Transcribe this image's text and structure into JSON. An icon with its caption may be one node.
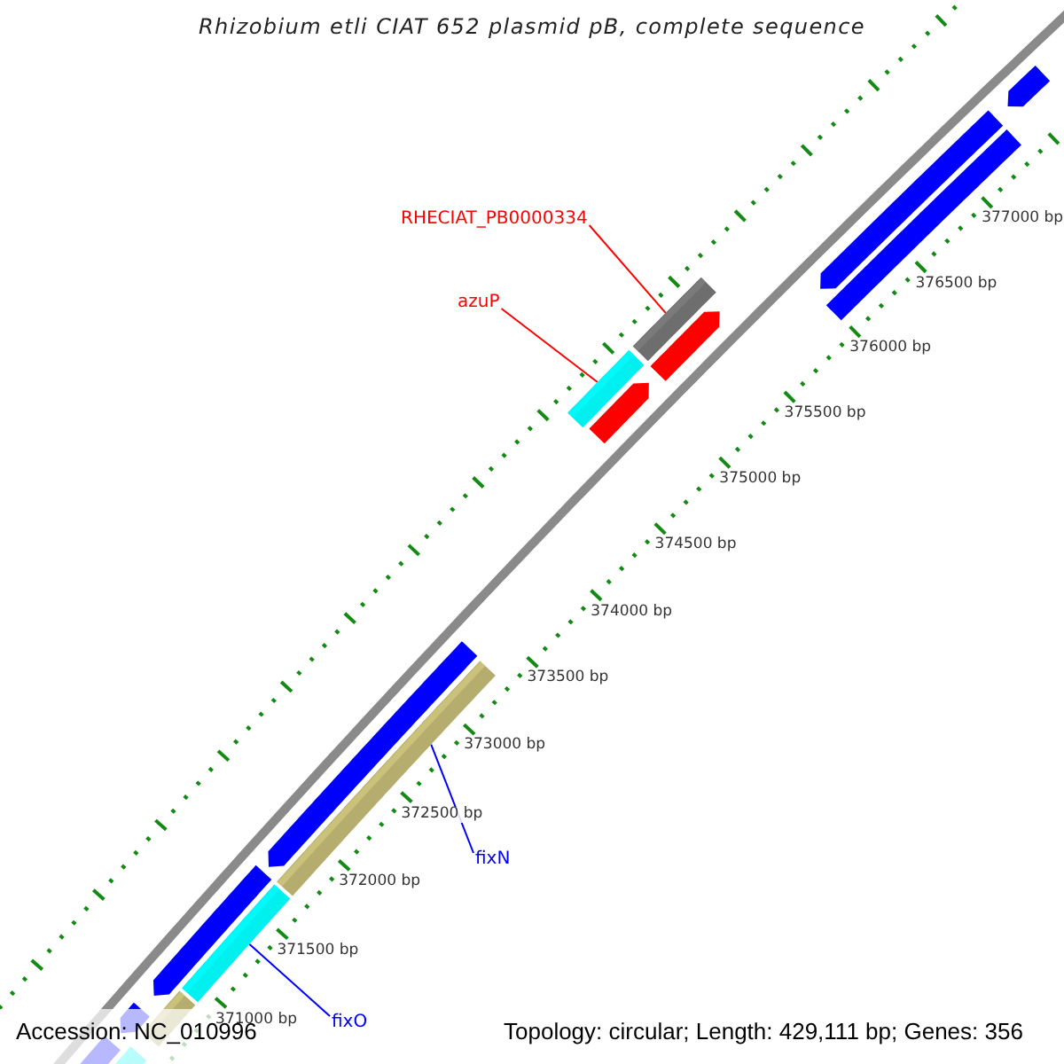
{
  "diagram": {
    "title": "Rhizobium etli CIAT 652 plasmid pB, complete sequence",
    "nodes": [
      {
        "text": [
          "RHECIAT_PB0000334"
        ]
      },
      {
        "text": [],
        "shape": "bar"
      },
      {
        "text": [
          "azuP"
        ]
      },
      {
        "text": [],
        "shape": "bar"
      },
      {
        "text": [
          "fixN"
        ]
      },
      {
        "text": [],
        "shape": "bar"
      },
      {
        "text": [
          "fixO"
        ]
      },
      {
        "text": [],
        "shape": "bar"
      }
    ],
    "edges": [
      {
        "from": 0,
        "to": 1,
        "arrow": "none",
        "color": "#ff0000"
      },
      {
        "from": 2,
        "to": 3,
        "arrow": "none",
        "color": "#ff0000"
      },
      {
        "from": 4,
        "to": 5,
        "arrow": "none",
        "color": "#0000ff"
      },
      {
        "from": 6,
        "to": 7,
        "arrow": "none",
        "color": "#0000ff"
      }
    ],
    "labels": [
      "377000 bp",
      "376500 bp",
      "376000 bp",
      "375500 bp",
      "375000 bp",
      "374500 bp",
      "374000 bp",
      "373500 bp",
      "373000 bp",
      "372500 bp",
      "372000 bp",
      "371500 bp",
      "371000 bp",
      "Accession: NC_010996",
      "Topology: circular; Length: 429,111 bp; Genes: 356"
    ]
  }
}
